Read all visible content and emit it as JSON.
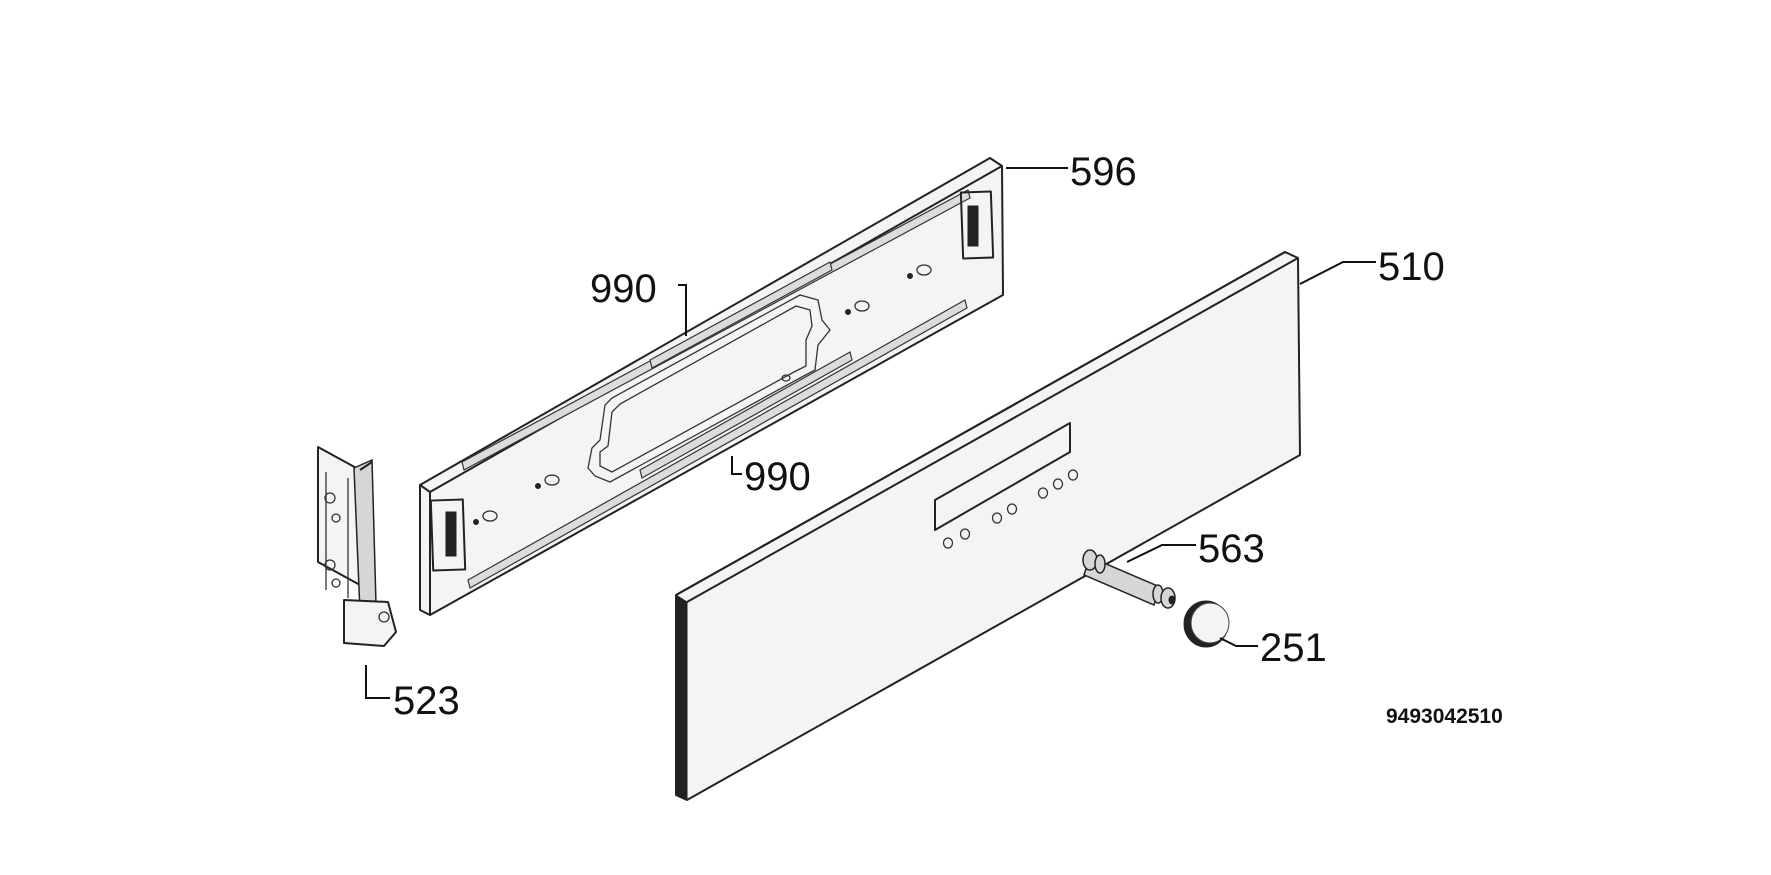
{
  "diagram": {
    "part_labels": {
      "p596": "596",
      "p510": "510",
      "p990_top": "990",
      "p990_bottom": "990",
      "p563": "563",
      "p251": "251",
      "p523": "523"
    },
    "drawing_number": "9493042510"
  }
}
